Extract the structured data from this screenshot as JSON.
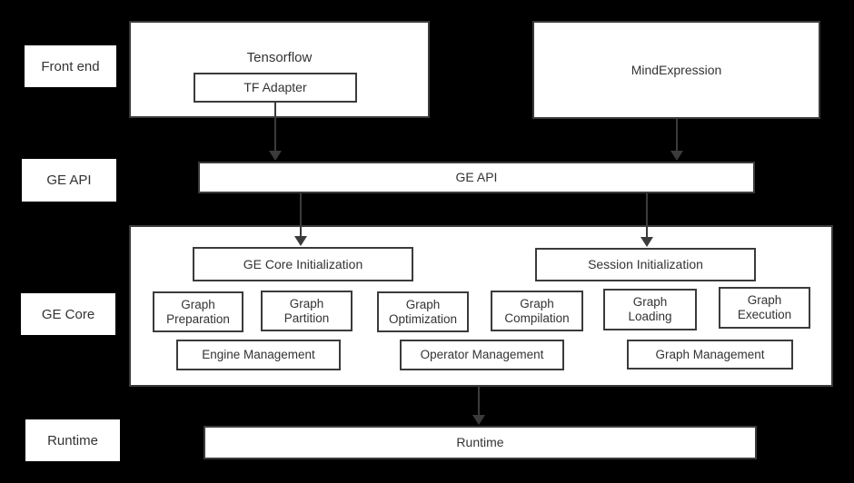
{
  "colors": {
    "background": "#000000",
    "box_fill": "#ffffff",
    "box_border": "#3b3b3b",
    "text": "#333333",
    "arrow": "#3b3b3b"
  },
  "side_labels": {
    "front_end": "Front end",
    "ge_api": "GE API",
    "ge_core": "GE Core",
    "runtime": "Runtime"
  },
  "front_end": {
    "tensorflow_label": "Tensorflow",
    "tf_adapter_label": "TF Adapter",
    "mindexpression_label": "MindExpression"
  },
  "ge_api": {
    "bar_label": "GE API"
  },
  "ge_core": {
    "init_boxes": [
      {
        "label": "GE Core Initialization"
      },
      {
        "label": "Session Initialization"
      }
    ],
    "modules": [
      {
        "label": "Graph Preparation"
      },
      {
        "label": "Graph Partition"
      },
      {
        "label": "Graph Optimization"
      },
      {
        "label": "Graph Compilation"
      },
      {
        "label": "Graph Loading"
      },
      {
        "label": "Graph Execution"
      }
    ],
    "management": [
      {
        "label": "Engine Management"
      },
      {
        "label": "Operator Management"
      },
      {
        "label": "Graph Management"
      }
    ]
  },
  "runtime": {
    "bar_label": "Runtime"
  },
  "arrows": [
    {
      "name": "tf-adapter-to-ge-api"
    },
    {
      "name": "mindexpression-to-ge-api"
    },
    {
      "name": "ge-api-to-ge-core-initialization"
    },
    {
      "name": "ge-api-to-session-initialization"
    },
    {
      "name": "ge-core-to-runtime"
    }
  ]
}
